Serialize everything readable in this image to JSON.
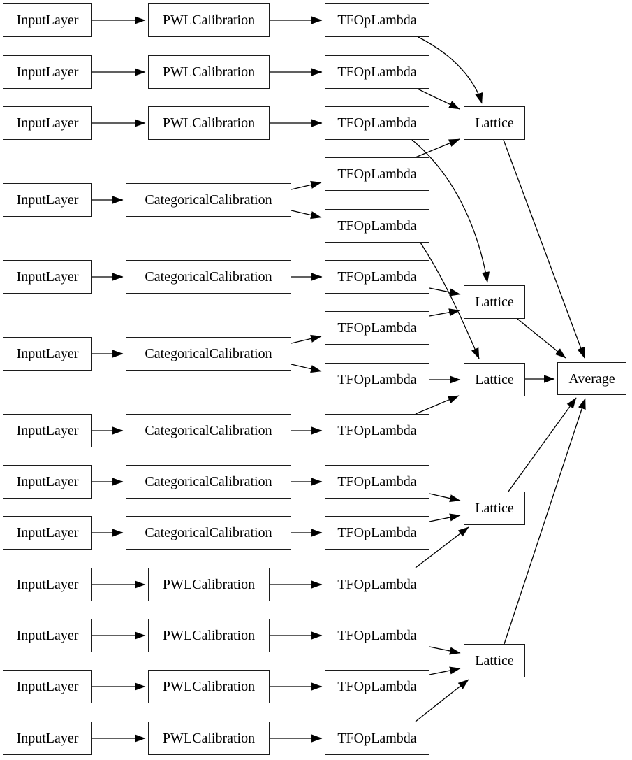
{
  "diagram": {
    "kind": "keras-model-architecture-graph",
    "colors": {
      "node_fill": "#ffffff",
      "node_border": "#1c1c1c",
      "edge": "#000000",
      "background": "#ffffff"
    }
  },
  "rows": [
    {
      "input_label": "InputLayer",
      "calibration_label": "PWLCalibration",
      "tfop_labels": [
        "TFOpLambda"
      ]
    },
    {
      "input_label": "InputLayer",
      "calibration_label": "PWLCalibration",
      "tfop_labels": [
        "TFOpLambda"
      ]
    },
    {
      "input_label": "InputLayer",
      "calibration_label": "PWLCalibration",
      "tfop_labels": [
        "TFOpLambda"
      ]
    },
    {
      "input_label": "InputLayer",
      "calibration_label": "CategoricalCalibration",
      "tfop_labels": [
        "TFOpLambda",
        "TFOpLambda"
      ]
    },
    {
      "input_label": "InputLayer",
      "calibration_label": "CategoricalCalibration",
      "tfop_labels": [
        "TFOpLambda"
      ]
    },
    {
      "input_label": "InputLayer",
      "calibration_label": "CategoricalCalibration",
      "tfop_labels": [
        "TFOpLambda",
        "TFOpLambda"
      ]
    },
    {
      "input_label": "InputLayer",
      "calibration_label": "CategoricalCalibration",
      "tfop_labels": [
        "TFOpLambda"
      ]
    },
    {
      "input_label": "InputLayer",
      "calibration_label": "CategoricalCalibration",
      "tfop_labels": [
        "TFOpLambda"
      ]
    },
    {
      "input_label": "InputLayer",
      "calibration_label": "CategoricalCalibration",
      "tfop_labels": [
        "TFOpLambda"
      ]
    },
    {
      "input_label": "InputLayer",
      "calibration_label": "PWLCalibration",
      "tfop_labels": [
        "TFOpLambda"
      ]
    },
    {
      "input_label": "InputLayer",
      "calibration_label": "PWLCalibration",
      "tfop_labels": [
        "TFOpLambda"
      ]
    },
    {
      "input_label": "InputLayer",
      "calibration_label": "PWLCalibration",
      "tfop_labels": [
        "TFOpLambda"
      ]
    },
    {
      "input_label": "InputLayer",
      "calibration_label": "PWLCalibration",
      "tfop_labels": [
        "TFOpLambda"
      ]
    }
  ],
  "lattices": [
    {
      "label": "Lattice"
    },
    {
      "label": "Lattice"
    },
    {
      "label": "Lattice"
    },
    {
      "label": "Lattice"
    },
    {
      "label": "Lattice"
    }
  ],
  "average": {
    "label": "Average"
  },
  "edges": [
    {
      "from": "input-1",
      "to": "calibration-1"
    },
    {
      "from": "calibration-1",
      "to": "tfoplambda-1"
    },
    {
      "from": "input-2",
      "to": "calibration-2"
    },
    {
      "from": "calibration-2",
      "to": "tfoplambda-2"
    },
    {
      "from": "input-3",
      "to": "calibration-3"
    },
    {
      "from": "calibration-3",
      "to": "tfoplambda-3"
    },
    {
      "from": "input-4",
      "to": "calibration-4"
    },
    {
      "from": "calibration-4",
      "to": "tfoplambda-4a"
    },
    {
      "from": "calibration-4",
      "to": "tfoplambda-4b"
    },
    {
      "from": "input-5",
      "to": "calibration-5"
    },
    {
      "from": "calibration-5",
      "to": "tfoplambda-5"
    },
    {
      "from": "input-6",
      "to": "calibration-6"
    },
    {
      "from": "calibration-6",
      "to": "tfoplambda-6a"
    },
    {
      "from": "calibration-6",
      "to": "tfoplambda-6b"
    },
    {
      "from": "input-7",
      "to": "calibration-7"
    },
    {
      "from": "calibration-7",
      "to": "tfoplambda-7"
    },
    {
      "from": "input-8",
      "to": "calibration-8"
    },
    {
      "from": "calibration-8",
      "to": "tfoplambda-8"
    },
    {
      "from": "input-9",
      "to": "calibration-9"
    },
    {
      "from": "calibration-9",
      "to": "tfoplambda-9"
    },
    {
      "from": "input-10",
      "to": "calibration-10"
    },
    {
      "from": "calibration-10",
      "to": "tfoplambda-10"
    },
    {
      "from": "input-11",
      "to": "calibration-11"
    },
    {
      "from": "calibration-11",
      "to": "tfoplambda-11"
    },
    {
      "from": "input-12",
      "to": "calibration-12"
    },
    {
      "from": "calibration-12",
      "to": "tfoplambda-12"
    },
    {
      "from": "input-13",
      "to": "calibration-13"
    },
    {
      "from": "calibration-13",
      "to": "tfoplambda-13"
    },
    {
      "from": "tfoplambda-1",
      "to": "lattice-1"
    },
    {
      "from": "tfoplambda-2",
      "to": "lattice-1"
    },
    {
      "from": "tfoplambda-4a",
      "to": "lattice-1"
    },
    {
      "from": "tfoplambda-3",
      "to": "lattice-2"
    },
    {
      "from": "tfoplambda-5",
      "to": "lattice-2"
    },
    {
      "from": "tfoplambda-6a",
      "to": "lattice-2"
    },
    {
      "from": "tfoplambda-4b",
      "to": "lattice-3"
    },
    {
      "from": "tfoplambda-6b",
      "to": "lattice-3"
    },
    {
      "from": "tfoplambda-7",
      "to": "lattice-3"
    },
    {
      "from": "tfoplambda-8",
      "to": "lattice-4"
    },
    {
      "from": "tfoplambda-9",
      "to": "lattice-4"
    },
    {
      "from": "tfoplambda-10",
      "to": "lattice-4"
    },
    {
      "from": "tfoplambda-11",
      "to": "lattice-5"
    },
    {
      "from": "tfoplambda-12",
      "to": "lattice-5"
    },
    {
      "from": "tfoplambda-13",
      "to": "lattice-5"
    },
    {
      "from": "lattice-1",
      "to": "average"
    },
    {
      "from": "lattice-2",
      "to": "average"
    },
    {
      "from": "lattice-3",
      "to": "average"
    },
    {
      "from": "lattice-4",
      "to": "average"
    },
    {
      "from": "lattice-5",
      "to": "average"
    }
  ]
}
